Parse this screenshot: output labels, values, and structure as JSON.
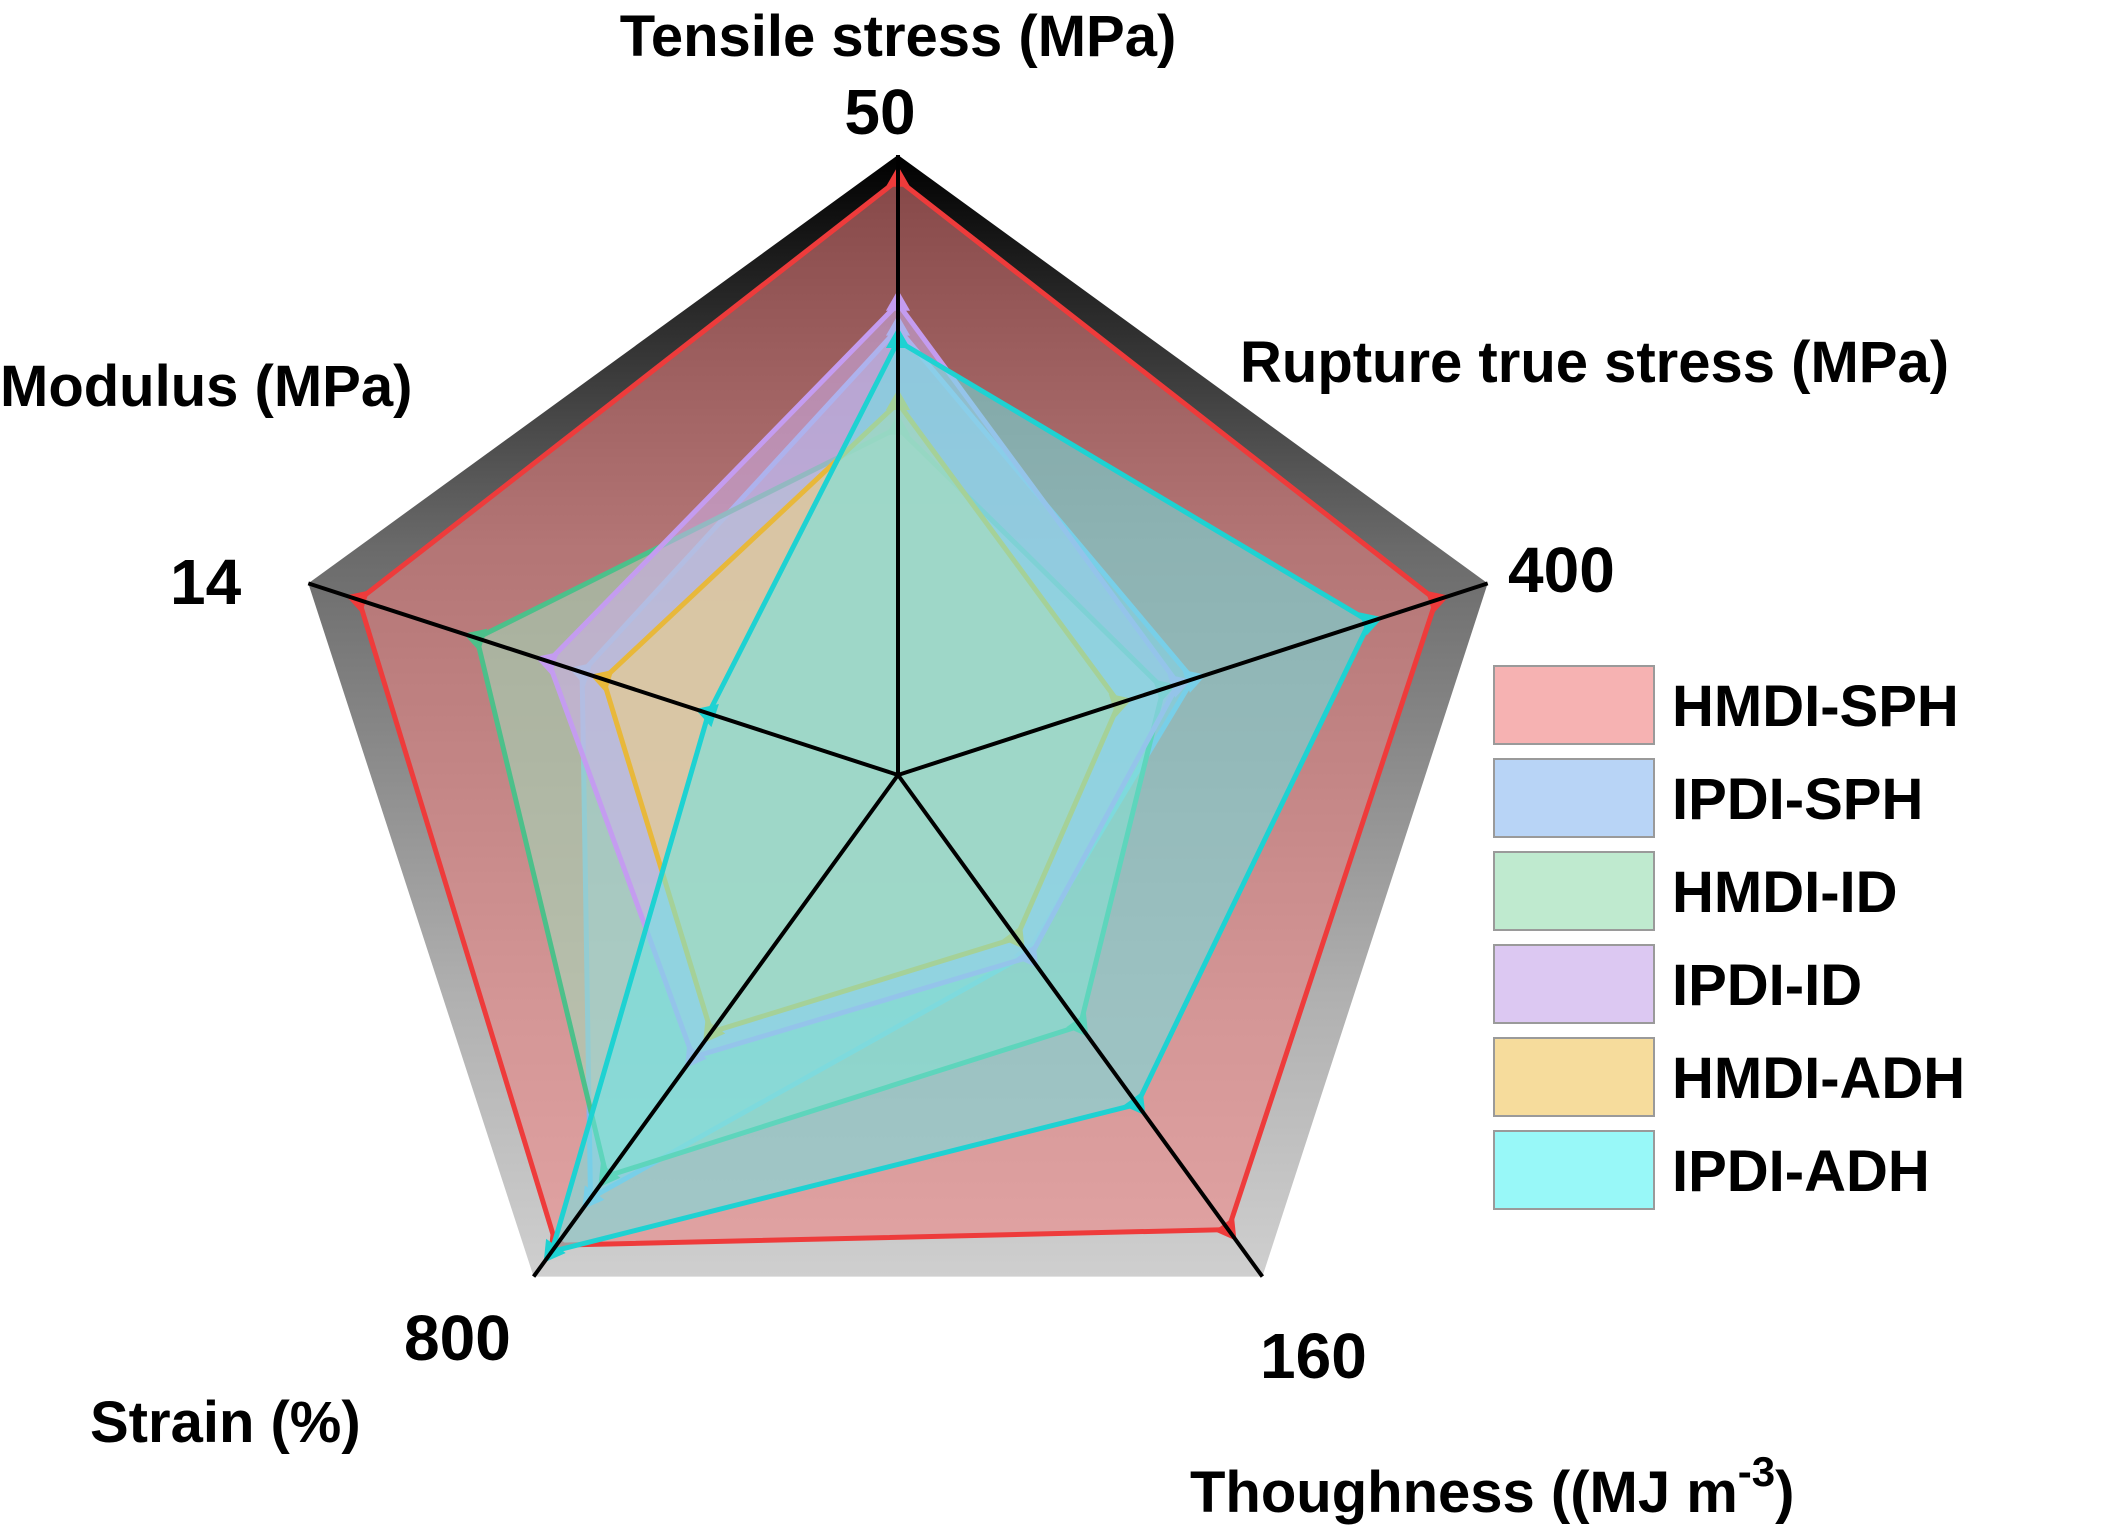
{
  "chart_data": {
    "type": "radar",
    "axes": [
      {
        "title": "Tensile stress (MPa)",
        "max_label": "50",
        "max": 50
      },
      {
        "title": "Rupture true stress (MPa)",
        "max_label": "400",
        "max": 400
      },
      {
        "title": "Thoughness ((MJ m",
        "title_sup": "-3",
        "title_end": ")",
        "max_label": "160",
        "max": 160
      },
      {
        "title": "Strain (%)",
        "max_label": "800",
        "max": 800
      },
      {
        "title": "Modulus (MPa)",
        "max_label": "14",
        "max": 14
      }
    ],
    "series": [
      {
        "name": "HMDI-SPH",
        "fill": "#f08080",
        "line": "#ee3b3b",
        "legend_fill": "#f6b2b2",
        "values": [
          48,
          365,
          145,
          750,
          12.8
        ]
      },
      {
        "name": "IPDI-SPH",
        "fill": "#9ec6f2",
        "line": "#86b4ec",
        "legend_fill": "#b8d4f6",
        "values": [
          36,
          200,
          57,
          675,
          7.5
        ]
      },
      {
        "name": "HMDI-ID",
        "fill": "#9fe0be",
        "line": "#4cc08a",
        "legend_fill": "#bfeacf",
        "values": [
          28,
          180,
          80,
          640,
          10
        ]
      },
      {
        "name": "IPDI-ID",
        "fill": "#cdb0ee",
        "line": "#c49cf0",
        "legend_fill": "#dcc8f2",
        "values": [
          38,
          190,
          58,
          450,
          8.3
        ]
      },
      {
        "name": "HMDI-ADH",
        "fill": "#f2cf7a",
        "line": "#e8b83a",
        "legend_fill": "#f6dc9c",
        "values": [
          30,
          150,
          52,
          410,
          7
        ]
      },
      {
        "name": "IPDI-ADH",
        "fill": "#6ee6e6",
        "line": "#1ed2d2",
        "legend_fill": "#98f8f8",
        "values": [
          35,
          320,
          105,
          760,
          4.5
        ]
      }
    ],
    "legend_position": "right",
    "grid": false
  }
}
